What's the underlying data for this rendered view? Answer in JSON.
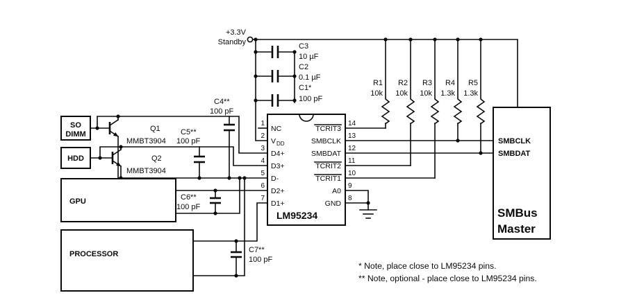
{
  "power": {
    "plus": "+3.3V",
    "standby": "Standby"
  },
  "caps": {
    "c3": {
      "ref": "C3",
      "val": "10 µF"
    },
    "c2": {
      "ref": "C2",
      "val": "0.1 µF"
    },
    "c1": {
      "ref": "C1*",
      "val": "100 pF"
    },
    "c4": {
      "ref": "C4**",
      "val": "100 pF"
    },
    "c5": {
      "ref": "C5**",
      "val": "100 pF"
    },
    "c6": {
      "ref": "C6**",
      "val": "100 pF"
    },
    "c7": {
      "ref": "C7**",
      "val": "100 pF"
    }
  },
  "res": {
    "r1": {
      "ref": "R1",
      "val": "10k"
    },
    "r2": {
      "ref": "R2",
      "val": "10k"
    },
    "r3": {
      "ref": "R3",
      "val": "10k"
    },
    "r4": {
      "ref": "R4",
      "val": "1.3k"
    },
    "r5": {
      "ref": "R5",
      "val": "1.3k"
    }
  },
  "q": {
    "q1": {
      "ref": "Q1",
      "part": "MMBT3904"
    },
    "q2": {
      "ref": "Q2",
      "part": "MMBT3904"
    }
  },
  "blocks": {
    "so1": "SO",
    "so2": "DIMM",
    "hdd": "HDD",
    "gpu": "GPU",
    "proc": "PROCESSOR"
  },
  "ic": {
    "name": "LM95234",
    "l1": {
      "num": "1",
      "label": "NC"
    },
    "l2": {
      "num": "2",
      "label": "V",
      "sub": "DD"
    },
    "l3": {
      "num": "3",
      "label": "D4+"
    },
    "l4": {
      "num": "4",
      "label": "D3+"
    },
    "l5": {
      "num": "5",
      "label": "D-"
    },
    "l6": {
      "num": "6",
      "label": "D2+"
    },
    "l7": {
      "num": "7",
      "label": "D1+"
    },
    "r14": {
      "num": "14",
      "label": "TCRIT3"
    },
    "r13": {
      "num": "13",
      "label": "SMBCLK"
    },
    "r12": {
      "num": "12",
      "label": "SMBDAT"
    },
    "r11": {
      "num": "11",
      "label": "TCRIT2"
    },
    "r10": {
      "num": "10",
      "label": "TCRIT1"
    },
    "r9": {
      "num": "9",
      "label": "A0"
    },
    "r8": {
      "num": "8",
      "label": "GND"
    }
  },
  "master": {
    "sig1": "SMBCLK",
    "sig2": "SMBDAT",
    "t1": "SMBus",
    "t2": "Master"
  },
  "notes": {
    "n1": "* Note, place close to LM95234 pins.",
    "n2": "** Note, optional - place close to LM95234 pins."
  }
}
